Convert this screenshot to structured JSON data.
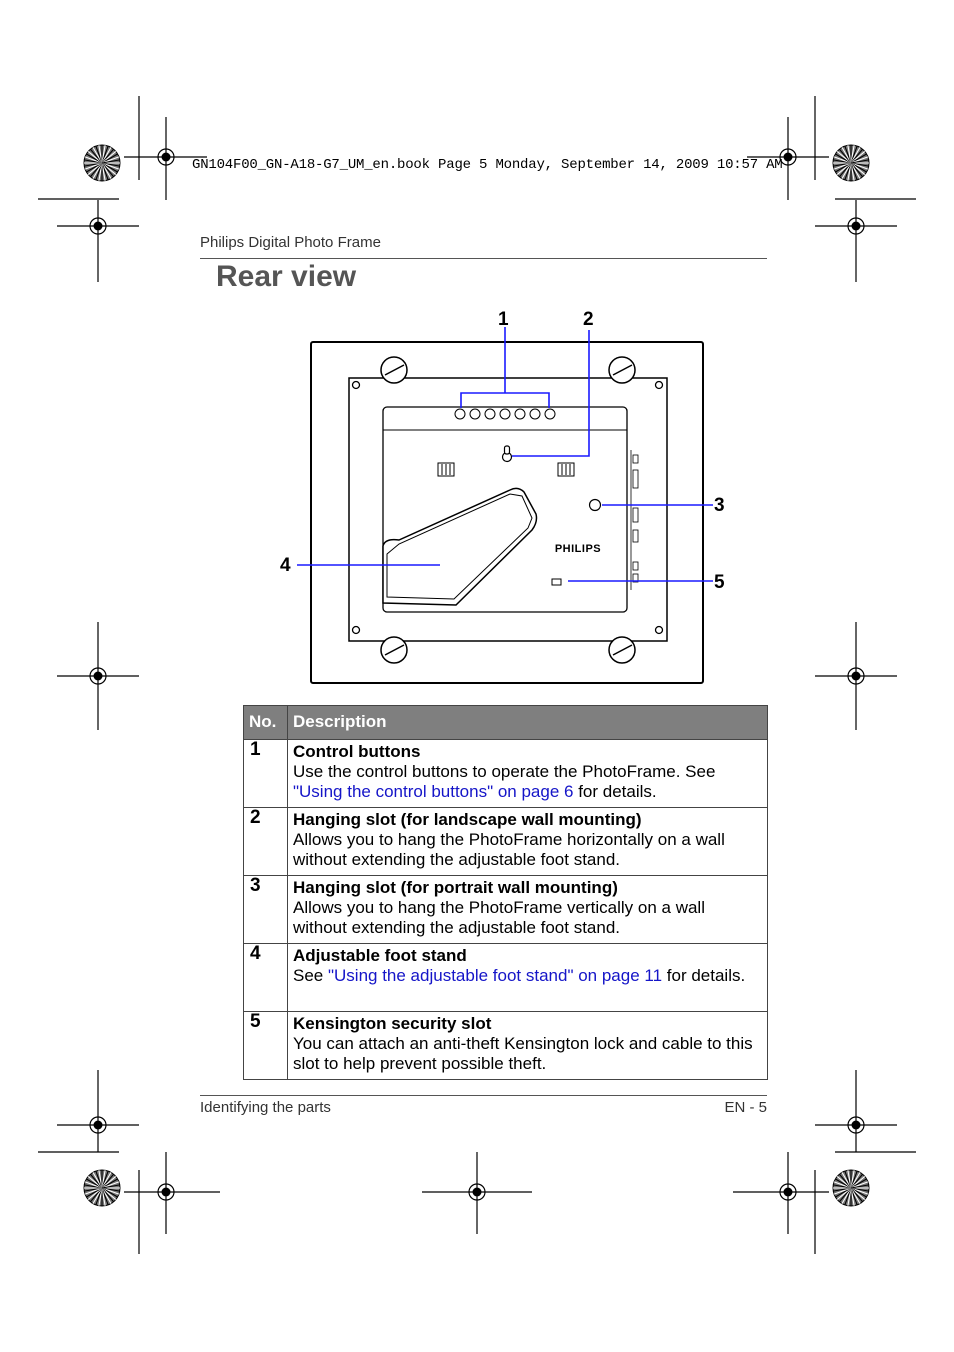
{
  "slug": "GN104F00_GN-A18-G7_UM_en.book  Page 5  Monday, September 14, 2009  10:57 AM",
  "header": {
    "running_title": "Philips Digital Photo Frame"
  },
  "page_title": "Rear view",
  "figure": {
    "callouts": [
      "1",
      "2",
      "3",
      "4",
      "5"
    ],
    "brand_logo": "PHILIPS"
  },
  "table": {
    "headers": [
      "No.",
      "Description"
    ],
    "rows": [
      {
        "no": "1",
        "title": "Control buttons",
        "pre": "Use the control buttons to operate the PhotoFrame. See ",
        "link": "\"Using the control buttons\" on page 6",
        "post": " for details."
      },
      {
        "no": "2",
        "title": "Hanging slot (for landscape wall mounting)",
        "pre": "Allows you to hang the PhotoFrame horizontally on a wall without extending the adjustable foot stand.",
        "link": "",
        "post": ""
      },
      {
        "no": "3",
        "title": "Hanging slot (for portrait wall mounting)",
        "pre": "Allows you to hang the PhotoFrame vertically on a wall without extending the adjustable foot stand.",
        "link": "",
        "post": ""
      },
      {
        "no": "4",
        "title": "Adjustable foot stand",
        "pre": "See ",
        "link": "\"Using the adjustable foot stand\" on page 11",
        "post": " for details."
      },
      {
        "no": "5",
        "title": "Kensington security slot",
        "pre": "You can attach an anti-theft Kensington lock and cable to this slot to help prevent possible theft.",
        "link": "",
        "post": ""
      }
    ]
  },
  "footer": {
    "section": "Identifying the parts",
    "page": "EN - 5"
  },
  "colors": {
    "link": "#1515c8",
    "callout_line": "#1a1aff",
    "table_header_bg": "#7f7f7f",
    "title": "#555555"
  }
}
